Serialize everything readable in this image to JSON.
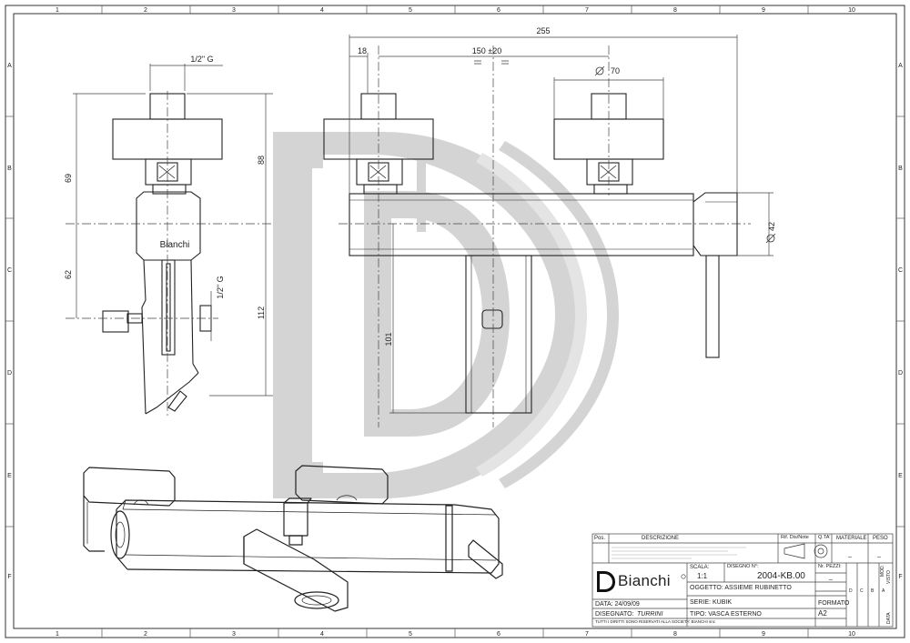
{
  "frame": {
    "col_numbers": [
      "1",
      "2",
      "3",
      "4",
      "5",
      "6",
      "7",
      "8",
      "9",
      "10"
    ],
    "row_letters": [
      "A",
      "B",
      "C",
      "D",
      "E",
      "F"
    ]
  },
  "watermark_logo": "BD",
  "dimensions": {
    "side_top_thread": "1/2\" G",
    "side_69": "69",
    "side_88": "88",
    "side_62": "62",
    "side_112": "112",
    "side_right_thread": "1/2\" G",
    "body_label": "Bianchi",
    "front_255": "255",
    "front_18": "18",
    "front_150": "150 ±20",
    "front_dia70": "70",
    "front_dia42": "42",
    "front_101": "101"
  },
  "title_block": {
    "pos_label": "Pos.",
    "descrizione_label": "DESCRIZIONE",
    "rif_label": "Rif. Dis/Note",
    "qta_label": "Q.TA'",
    "materiale_label": "MATERIALE",
    "peso_label": "PESO",
    "dash1": "_",
    "dash2": "_",
    "scala_label": "SCALA:",
    "scala_value": "1:1",
    "disegno_label": "DISEGNO N°:",
    "disegno_value": "2004-KB.00",
    "npezzi_label": "Nr. PEZZI:",
    "npezzi_value": "_",
    "oggetto": "OGGETTO: ASSIEME RUBINETTO",
    "serie_label": "SERIE:",
    "serie_value": "KUBIK",
    "formato_label": "FORMATO",
    "formato_value": "A2",
    "data": "DATA: 24/09/09",
    "disegnato_label": "DISEGNATO:",
    "disegnato_value": "TURRINI",
    "tipo": "TIPO: VASCA ESTERNO",
    "rights": "TUTTI I DIRITTI SONO RISERVATI ALLA SOCIETA' BIANCHI snc",
    "brand": "Bianchi",
    "rev_letters": [
      "A",
      "B",
      "C",
      "D"
    ],
    "rev_cols": [
      "MOD.",
      "VISTO",
      "DATA"
    ]
  }
}
